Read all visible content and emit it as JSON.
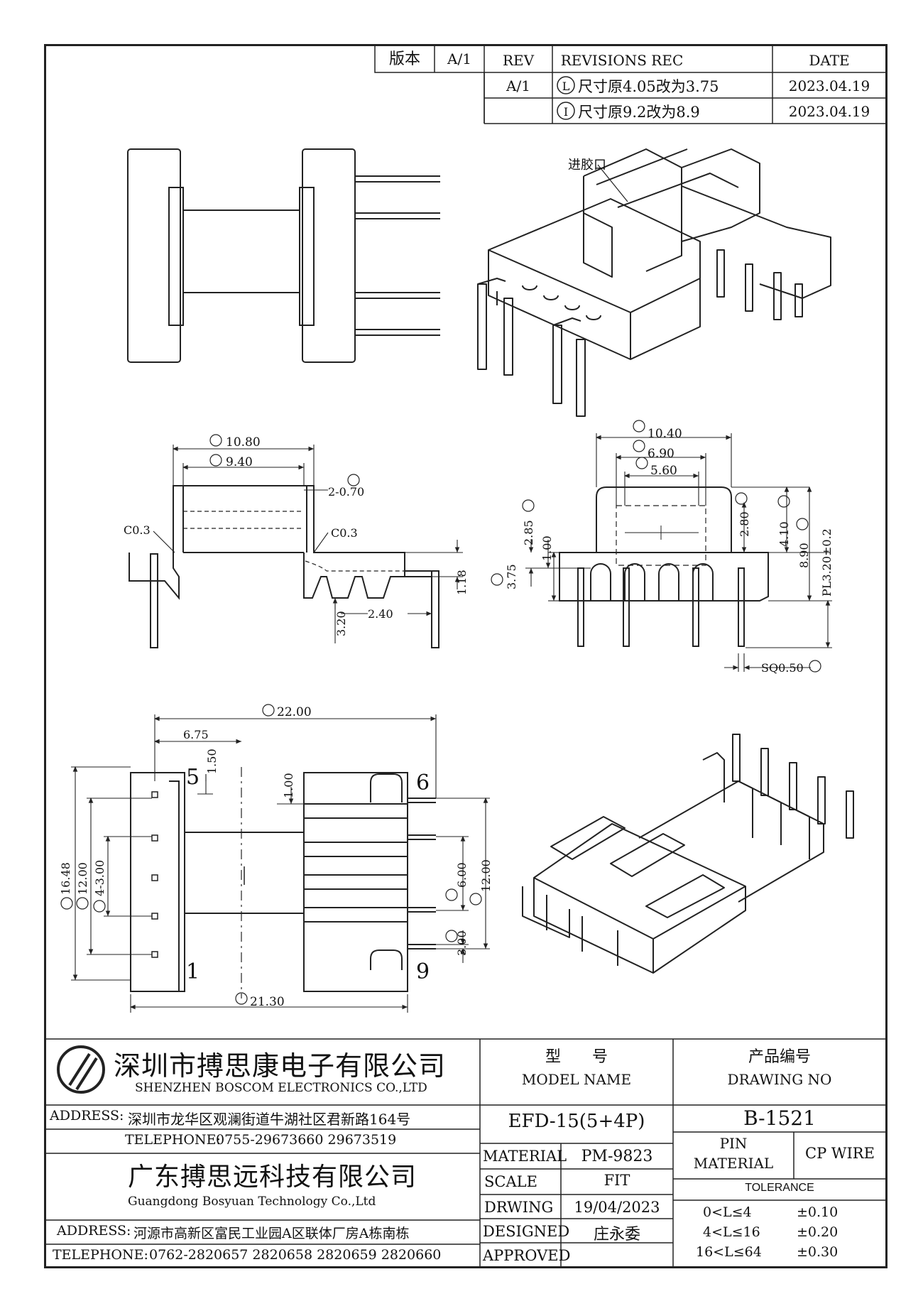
{
  "revision_table": {
    "version_label": "版本",
    "version_value": "A/1",
    "rev_header": "REV",
    "records_header": "REVISIONS REC",
    "date_header": "DATE",
    "rows": [
      {
        "rev": "A/1",
        "mark": "L",
        "text": "尺寸原4.05改为3.75",
        "date": "2023.04.19"
      },
      {
        "rev": "",
        "mark": "I",
        "text": "尺寸原9.2改为8.9",
        "date": "2023.04.19"
      }
    ]
  },
  "annotations": {
    "gate_label": "进胶口"
  },
  "dimensions": {
    "A": "10.80",
    "B": "9.40",
    "C": "2-0.70",
    "chamfer_left": "C0.3",
    "chamfer_right": "C0.3",
    "d_118": "1.18",
    "d_240": "2.40",
    "d_320": "3.20",
    "D": "10.40",
    "E": "6.90",
    "F": "5.60",
    "K": "2.85",
    "d_100a": "1.00",
    "L": "3.75",
    "G": "2.80",
    "H": "4.10",
    "I": "8.90",
    "pl": "PL3.20±0.2",
    "J": "SQ0.50",
    "M": "22.00",
    "d_675": "6.75",
    "d_150": "1.50",
    "d_100b": "1.00",
    "N": "16.48",
    "O": "12.00",
    "P": "4-3.00",
    "S": "6.00",
    "T": "12.00",
    "R": "3.00",
    "Q": "21.30"
  },
  "pin_labels": [
    "5",
    "1",
    "6",
    "9"
  ],
  "title_block": {
    "company_cn": "深圳市搏思康电子有限公司",
    "company_en": "SHENZHEN BOSCOM ELECTRONICS CO.,LTD",
    "address_label": "ADDRESS:",
    "address_value": "深圳市龙华区观澜街道牛湖社区君新路164号",
    "telephone_label": "TELEPHONE:",
    "telephone_value": "0755-29673660 29673519",
    "company2_cn": "广东搏思远科技有限公司",
    "company2_en": "Guangdong Bosyuan Technology Co.,Ltd",
    "address2_label": "ADDRESS:",
    "address2_value": "河源市高新区富民工业园A区联体厂房A栋南栋",
    "telephone2_label": "TELEPHONE:",
    "telephone2_value": "0762-2820657 2820658 2820659 2820660",
    "model_name_cn": "型　　号",
    "model_name_en": "MODEL NAME",
    "model_name_value": "EFD-15(5+4P)",
    "drawing_no_cn": "产品编号",
    "drawing_no_en": "DRAWING NO",
    "drawing_no_value": "B-1521",
    "material_label": "MATERIAL",
    "material_value": "PM-9823",
    "scale_label": "SCALE",
    "scale_value": "FIT",
    "drawing_label": "DRWING",
    "drawing_date": "19/04/2023",
    "designed_label": "DESIGNED",
    "designed_value": "庄永委",
    "approved_label": "APPROVED",
    "approved_value": "",
    "pin_material_label_1": "PIN",
    "pin_material_label_2": "MATERIAL",
    "pin_material_value": "CP WIRE",
    "tolerance_label": "TOLERANCE",
    "tolerances": [
      {
        "range": "0<L≤4",
        "value": "±0.10"
      },
      {
        "range": "4<L≤16",
        "value": "±0.20"
      },
      {
        "range": "16<L≤64",
        "value": "±0.30"
      }
    ]
  }
}
